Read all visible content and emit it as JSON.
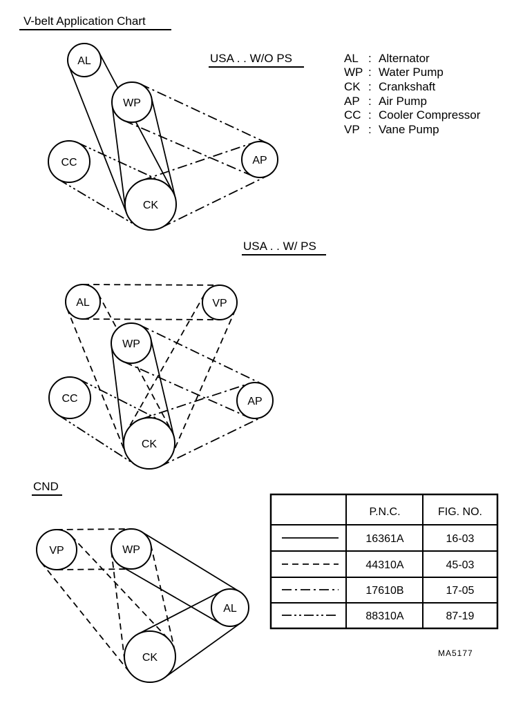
{
  "title": "V-belt Application Chart",
  "legend": [
    {
      "abbr": "AL",
      "name": "Alternator"
    },
    {
      "abbr": "WP",
      "name": "Water Pump"
    },
    {
      "abbr": "CK",
      "name": "Crankshaft"
    },
    {
      "abbr": "AP",
      "name": "Air Pump"
    },
    {
      "abbr": "CC",
      "name": "Cooler Compressor"
    },
    {
      "abbr": "VP",
      "name": "Vane Pump"
    }
  ],
  "sections": [
    {
      "heading": "USA . . W/O PS",
      "pulleys": [
        {
          "id": "AL",
          "label": "AL"
        },
        {
          "id": "WP",
          "label": "WP"
        },
        {
          "id": "CC",
          "label": "CC"
        },
        {
          "id": "AP",
          "label": "AP"
        },
        {
          "id": "CK",
          "label": "CK"
        }
      ],
      "belts": [
        {
          "from": "AL",
          "to": "CK",
          "style": "solid"
        },
        {
          "from": "WP",
          "to": "CK",
          "style": "solid"
        },
        {
          "from": "WP",
          "to": "AP",
          "style": "dash-dot"
        },
        {
          "from": "CK",
          "to": "AP",
          "style": "dash-dot"
        },
        {
          "from": "CC",
          "to": "CK",
          "style": "dash-dot-dot"
        }
      ]
    },
    {
      "heading": "USA . . W/ PS",
      "pulleys": [
        {
          "id": "AL",
          "label": "AL"
        },
        {
          "id": "VP",
          "label": "VP"
        },
        {
          "id": "WP",
          "label": "WP"
        },
        {
          "id": "CC",
          "label": "CC"
        },
        {
          "id": "AP",
          "label": "AP"
        },
        {
          "id": "CK",
          "label": "CK"
        }
      ],
      "belts": [
        {
          "from": "AL",
          "to": "VP",
          "style": "dashed"
        },
        {
          "from": "AL",
          "to": "CK",
          "style": "dashed"
        },
        {
          "from": "VP",
          "to": "CK",
          "style": "dashed"
        },
        {
          "from": "WP",
          "to": "CK",
          "style": "solid"
        },
        {
          "from": "WP",
          "to": "AP",
          "style": "dash-dot"
        },
        {
          "from": "CK",
          "to": "AP",
          "style": "dash-dot"
        },
        {
          "from": "CC",
          "to": "CK",
          "style": "dash-dot-dot"
        }
      ]
    },
    {
      "heading": "CND",
      "pulleys": [
        {
          "id": "VP",
          "label": "VP"
        },
        {
          "id": "WP",
          "label": "WP"
        },
        {
          "id": "AL",
          "label": "AL"
        },
        {
          "id": "CK",
          "label": "CK"
        }
      ],
      "belts": [
        {
          "from": "VP",
          "to": "WP",
          "style": "dashed"
        },
        {
          "from": "VP",
          "to": "CK",
          "style": "dashed"
        },
        {
          "from": "WP",
          "to": "CK",
          "style": "dashed"
        },
        {
          "from": "WP",
          "to": "AL",
          "style": "solid"
        },
        {
          "from": "CK",
          "to": "AL",
          "style": "solid"
        }
      ]
    }
  ],
  "table": {
    "headers": [
      "",
      "P.N.C.",
      "FIG. NO."
    ],
    "rows": [
      {
        "style": "solid",
        "pnc": "16361A",
        "fig": "16-03"
      },
      {
        "style": "dashed",
        "pnc": "44310A",
        "fig": "45-03"
      },
      {
        "style": "dash-dot",
        "pnc": "17610B",
        "fig": "17-05"
      },
      {
        "style": "dash-dot-dot",
        "pnc": "88310A",
        "fig": "87-19"
      }
    ]
  },
  "part_code": "MA5177"
}
